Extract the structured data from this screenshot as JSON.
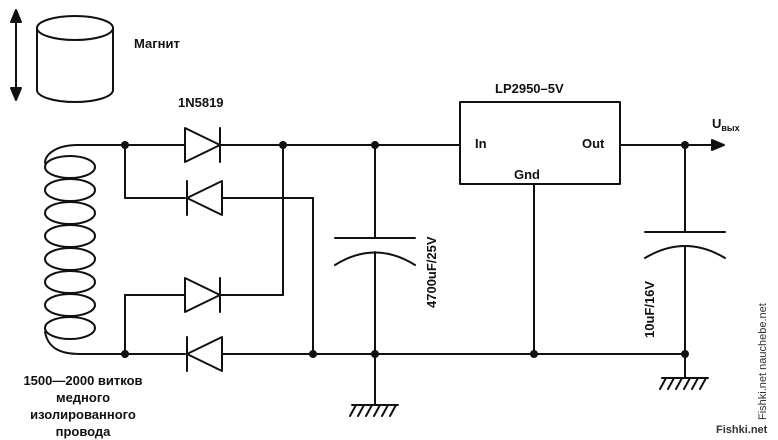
{
  "magnet_label": "Магнит",
  "diode_label": "1N5819",
  "regulator": {
    "name": "LP2950–5V",
    "pin_in": "In",
    "pin_out": "Out",
    "pin_gnd": "Gnd"
  },
  "output_label": {
    "main": "U",
    "sub": "вых"
  },
  "cap_input_label": "4700uF/25V",
  "cap_output_label": "10uF/16V",
  "coil_label_lines": [
    "1500—2000 витков",
    "медного",
    "изолированного",
    "провода"
  ],
  "watermark_side": "Fishki.net nauchebe.net",
  "watermark_corner": "Fishki.net"
}
